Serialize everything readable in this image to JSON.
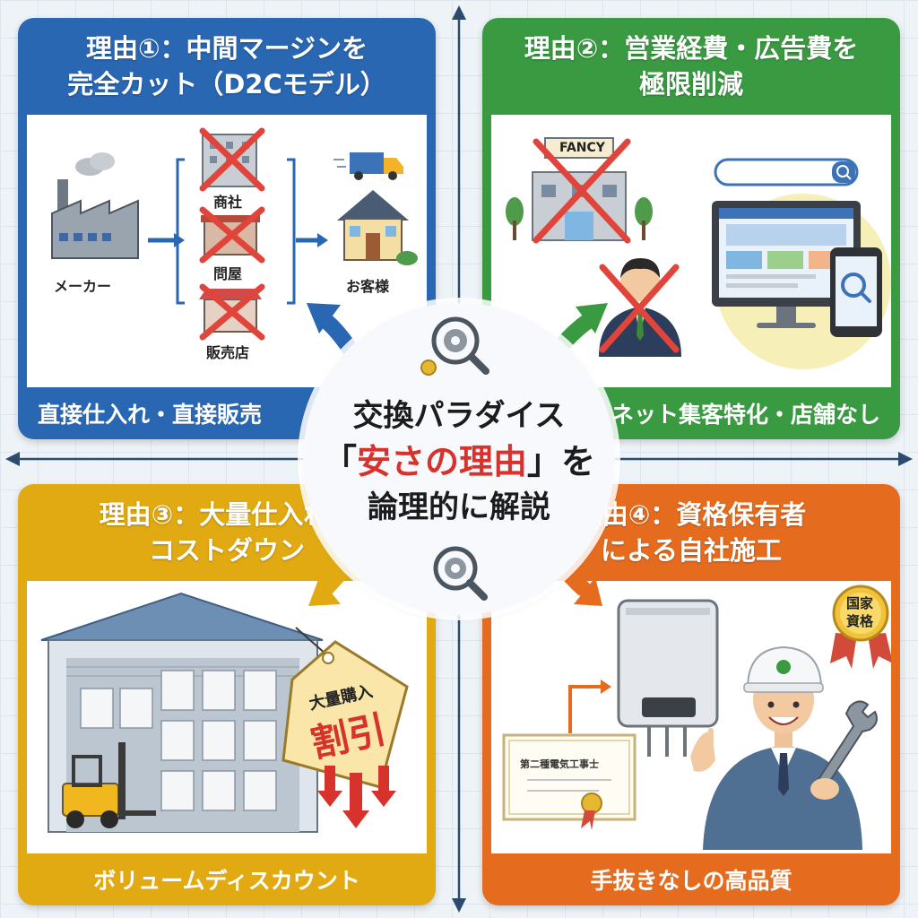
{
  "colors": {
    "blue": "#2a67b3",
    "green": "#3a9a42",
    "yellow": "#e1aa12",
    "orange": "#e56c1f",
    "red_cross": "#e0443a",
    "highlight_red": "#d8322c"
  },
  "center": {
    "line1": "交換パラダイス",
    "line2_open": "「",
    "line2_highlight": "安さの理由",
    "line2_close": "」を",
    "line3": "論理的に解説",
    "icons": [
      "gear-magnifier-icon",
      "gear-magnifier-icon"
    ]
  },
  "panels": [
    {
      "title_line1": "理由①：中間マージンを",
      "title_line2": "完全カット（D2Cモデル）",
      "labels": {
        "maker": "メーカー",
        "trading": "商社",
        "wholesale": "問屋",
        "retailer": "販売店",
        "customer": "お客様"
      },
      "footer": "直接仕入れ・直接販売"
    },
    {
      "title_line1": "理由②：営業経費・広告費を",
      "title_line2": "極限削減",
      "labels": {
        "store_sign": "FANCY"
      },
      "footer": "ネット集客特化・店舗なし"
    },
    {
      "title_line1": "理由③：大量仕入れで",
      "title_line2": "コストダウン",
      "labels": {
        "tag_line1": "大量購入",
        "tag_line2": "割引"
      },
      "footer": "ボリュームディスカウント"
    },
    {
      "title_line1": "理由④：資格保有者",
      "title_line2": "による自社施工",
      "labels": {
        "certificate": "第二種電気工事士",
        "badge_line1": "国家",
        "badge_line2": "資格"
      },
      "footer": "手抜きなしの高品質"
    }
  ]
}
